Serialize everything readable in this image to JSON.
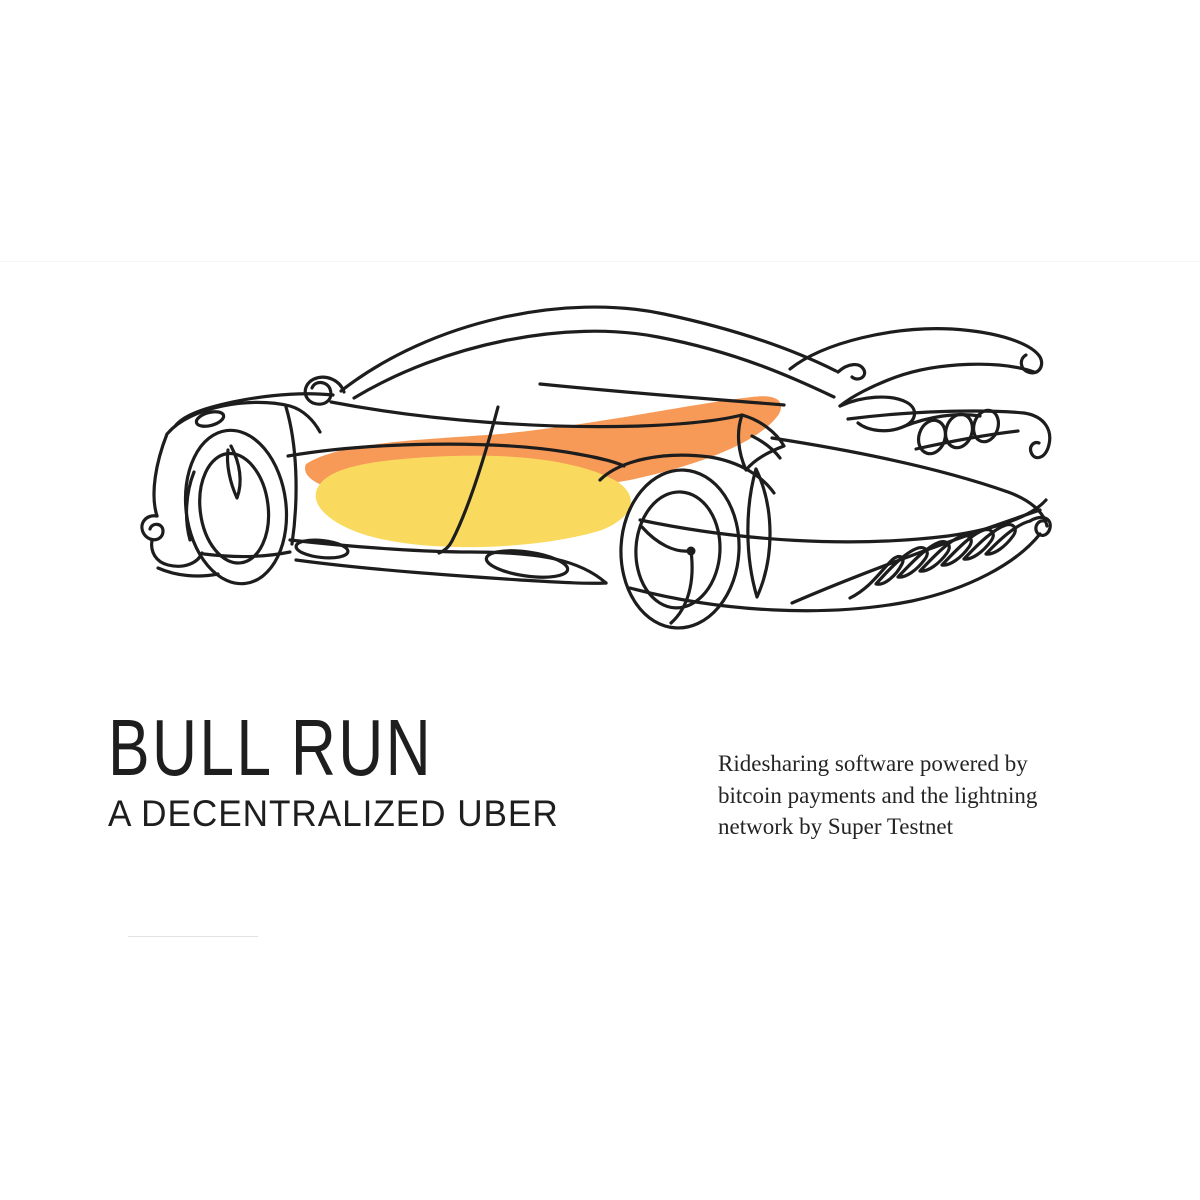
{
  "poster": {
    "title": "BULL RUN",
    "subtitle": "A DECENTRALIZED UBER",
    "description_lines": [
      "Ridesharing software powered by",
      "bitcoin payments and the lightning",
      "network by Super Testnet"
    ],
    "illustration_alt": "continuous one-line drawing of a sports car with orange and yellow paint accents",
    "accent_colors": {
      "orange": "#F79A58",
      "yellow": "#F9DA5E",
      "ink": "#1D1D1D",
      "background": "#FFFFFF",
      "text": "#1E1E1E"
    }
  }
}
